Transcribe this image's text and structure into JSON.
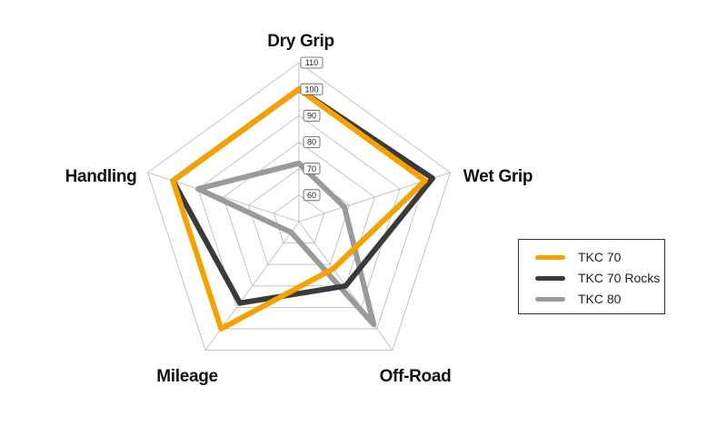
{
  "chart_data": {
    "type": "radar",
    "axes": [
      "Dry Grip",
      "Wet Grip",
      "Off-Road",
      "Mileage",
      "Handling"
    ],
    "rlim": [
      50,
      110
    ],
    "ticks": [
      60,
      70,
      80,
      90,
      100,
      110
    ],
    "grid": true,
    "legend_position": "right",
    "series": [
      {
        "name": "TKC 70",
        "color": "#f5a100",
        "values": [
          100,
          100,
          72,
          100,
          100
        ]
      },
      {
        "name": "TKC 70 Rocks",
        "color": "#3a3a3a",
        "values": [
          100,
          103,
          80,
          88,
          100
        ]
      },
      {
        "name": "TKC 80",
        "color": "#9a9a9a",
        "values": [
          72,
          68,
          98,
          55,
          90
        ]
      }
    ]
  }
}
